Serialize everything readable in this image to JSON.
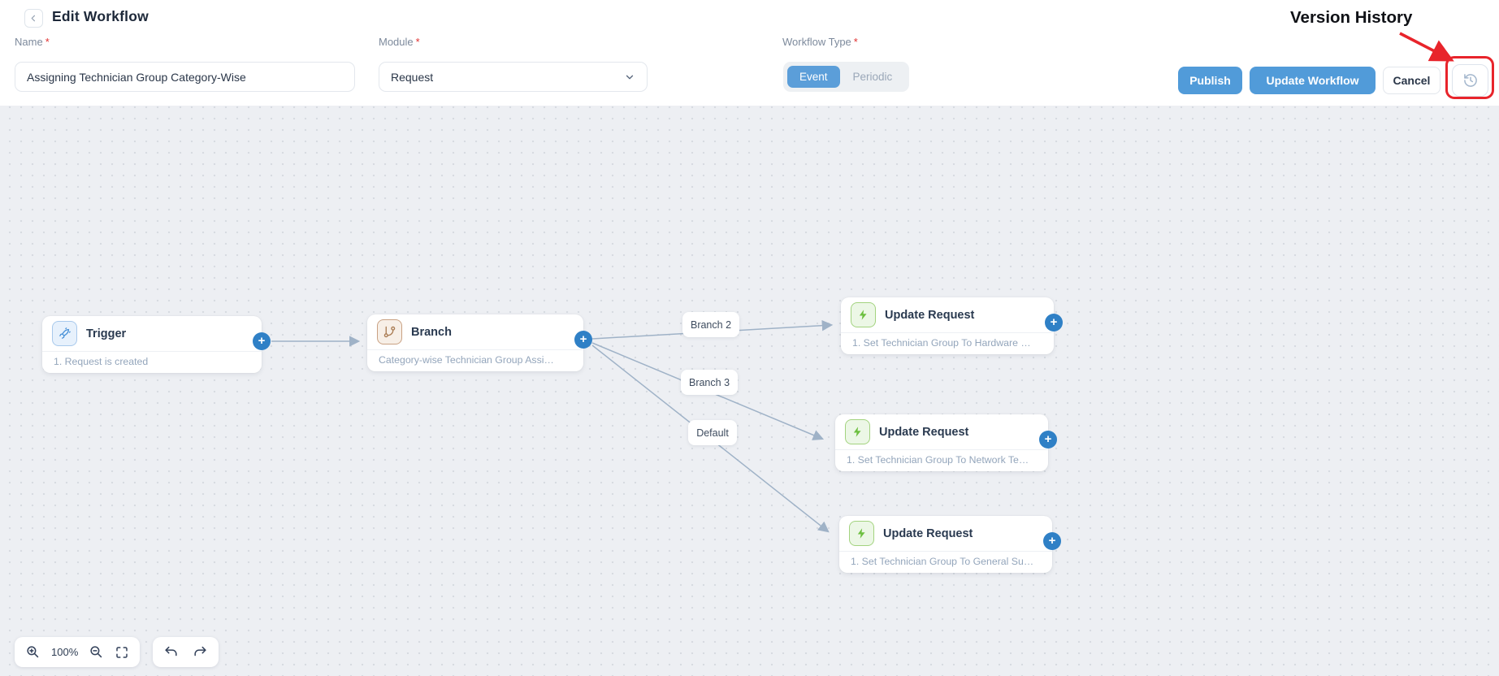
{
  "header": {
    "title": "Edit Workflow",
    "name_field": {
      "label": "Name",
      "required": "*",
      "value": "Assigning Technician Group Category-Wise"
    },
    "module_field": {
      "label": "Module",
      "required": "*",
      "value": "Request"
    },
    "type_field": {
      "label": "Workflow Type",
      "required": "*",
      "selected": "Event",
      "options": [
        "Event",
        "Periodic"
      ]
    },
    "publish_label": "Publish",
    "update_label": "Update Workflow",
    "cancel_label": "Cancel"
  },
  "annotation": {
    "text": "Version History",
    "color": "#E8242B"
  },
  "canvas": {
    "plus_glyph": "+",
    "nodes": [
      {
        "key": "trigger",
        "title": "Trigger",
        "subtitle": "1. Request is created"
      },
      {
        "key": "branch",
        "title": "Branch",
        "subtitle": "Category-wise Technician Group Assi…"
      },
      {
        "key": "update-request-1",
        "title": "Update Request",
        "subtitle": "1. Set Technician Group To Hardware …"
      },
      {
        "key": "update-request-2",
        "title": "Update Request",
        "subtitle": "1. Set Technician Group To Network Te…"
      },
      {
        "key": "update-request-3",
        "title": "Update Request",
        "subtitle": "1. Set Technician Group To General Su…"
      }
    ],
    "edge_labels": [
      {
        "label": "Branch 2"
      },
      {
        "label": "Branch 3"
      },
      {
        "label": "Default"
      }
    ]
  },
  "toolbar": {
    "zoom_level": "100%"
  },
  "colors": {
    "accent_blue": "#519BD9",
    "plus_blue": "#2F80C6",
    "annotation_red": "#E8242B",
    "edge_line": "#9FB2C7",
    "canvas_bg": "#EDEFF3"
  }
}
